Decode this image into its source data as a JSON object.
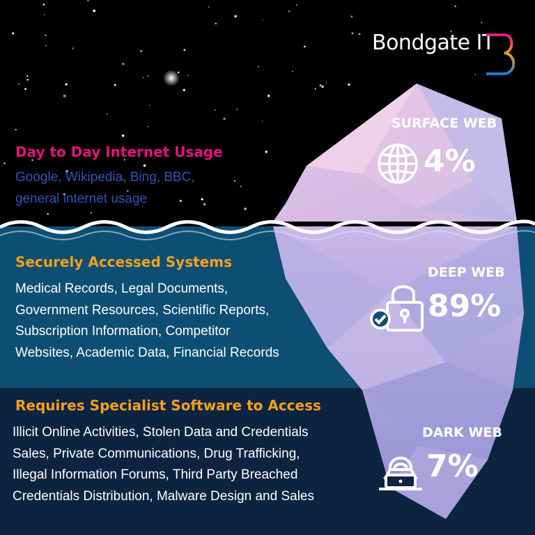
{
  "brand": {
    "name": "Bondgate IT"
  },
  "surface": {
    "title": "Day to Day Internet Usage",
    "body_lines": [
      "Google, Wikipedia, Bing, BBC,",
      "general internet usage"
    ],
    "label": "SURFACE WEB",
    "value": "4%",
    "icon": "globe-icon"
  },
  "deep": {
    "title": "Securely Accessed Systems",
    "body_lines": [
      "Medical Records, Legal Documents,",
      "Government Resources, Scientific Reports,",
      "Subscription Information, Competitor",
      "Websites, Academic Data, Financial Records"
    ],
    "label": "DEEP WEB",
    "value": "89%",
    "icon": "padlock-check-icon"
  },
  "dark": {
    "title": "Requires Specialist Software to Access",
    "body_lines": [
      "Illicit Online Activities, Stolen Data and Credentials",
      "Sales, Private Communications, Drug Trafficking,",
      "Illegal Information Forums, Third Party Breached",
      "Credentials Distribution, Malware Design and Sales"
    ],
    "label": "DARK WEB",
    "value": "7%",
    "icon": "hooded-hacker-icon"
  },
  "colors": {
    "sky": "#000000",
    "deep_band": "#0d4e74",
    "dark_band": "#0c2440",
    "surface_title": "#e0157a",
    "surface_body": "#2f56b8",
    "section_title": "#f6a11b",
    "iceberg_light": "#f3d4e8",
    "iceberg_mid": "#c7bde8"
  }
}
